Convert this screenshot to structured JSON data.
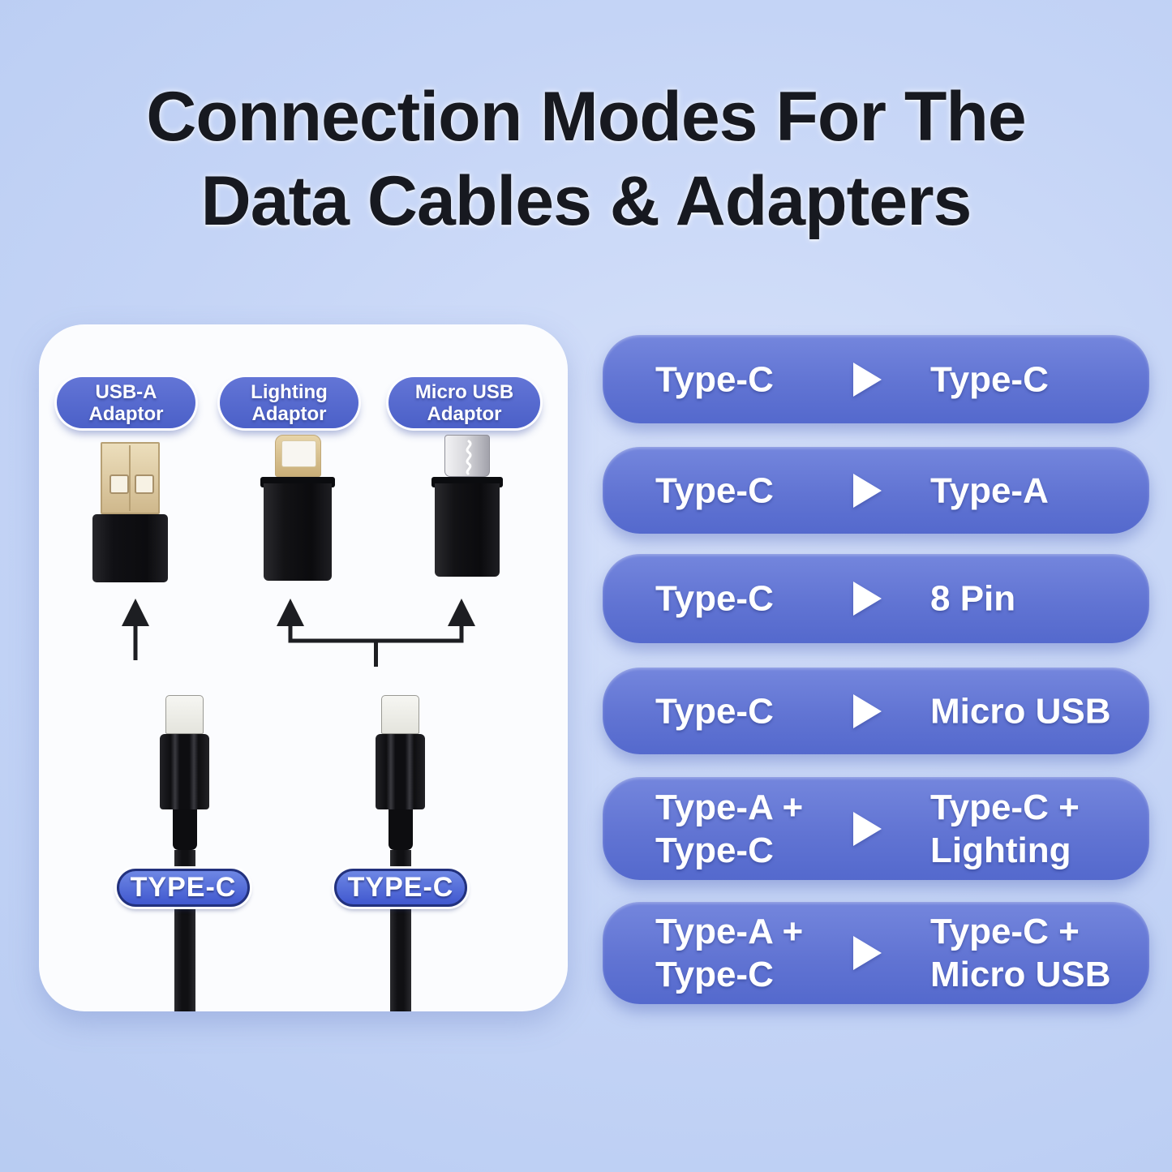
{
  "title": {
    "line1": "Connection Modes For The",
    "line2": "Data Cables & Adapters"
  },
  "panel": {
    "adapters": [
      {
        "label_line1": "USB-A",
        "label_line2": "Adaptor"
      },
      {
        "label_line1": "Lighting",
        "label_line2": "Adaptor"
      },
      {
        "label_line1": "Micro USB",
        "label_line2": "Adaptor"
      }
    ],
    "cables": [
      {
        "label": "TYPE-C"
      },
      {
        "label": "TYPE-C"
      }
    ]
  },
  "modes": [
    {
      "from": [
        "Type-C"
      ],
      "to": [
        "Type-C"
      ]
    },
    {
      "from": [
        "Type-C"
      ],
      "to": [
        "Type-A"
      ]
    },
    {
      "from": [
        "Type-C"
      ],
      "to": [
        "8 Pin"
      ]
    },
    {
      "from": [
        "Type-C"
      ],
      "to": [
        "Micro USB"
      ]
    },
    {
      "from": [
        "Type-A +",
        "Type-C"
      ],
      "to": [
        "Type-C +",
        "Lighting"
      ]
    },
    {
      "from": [
        "Type-A +",
        "Type-C"
      ],
      "to": [
        "Type-C +",
        "Micro USB"
      ]
    }
  ],
  "colors": {
    "background": "#c4d4f6",
    "mode_pill_blue": "#6174d3",
    "label_pill_blue": "#4b60c8",
    "cable_tag_blue": "#4058cf",
    "title_text": "#171920",
    "gold_plug": "#d9c294",
    "silver_plug": "#c3c3ca",
    "adapter_black": "#101013"
  }
}
